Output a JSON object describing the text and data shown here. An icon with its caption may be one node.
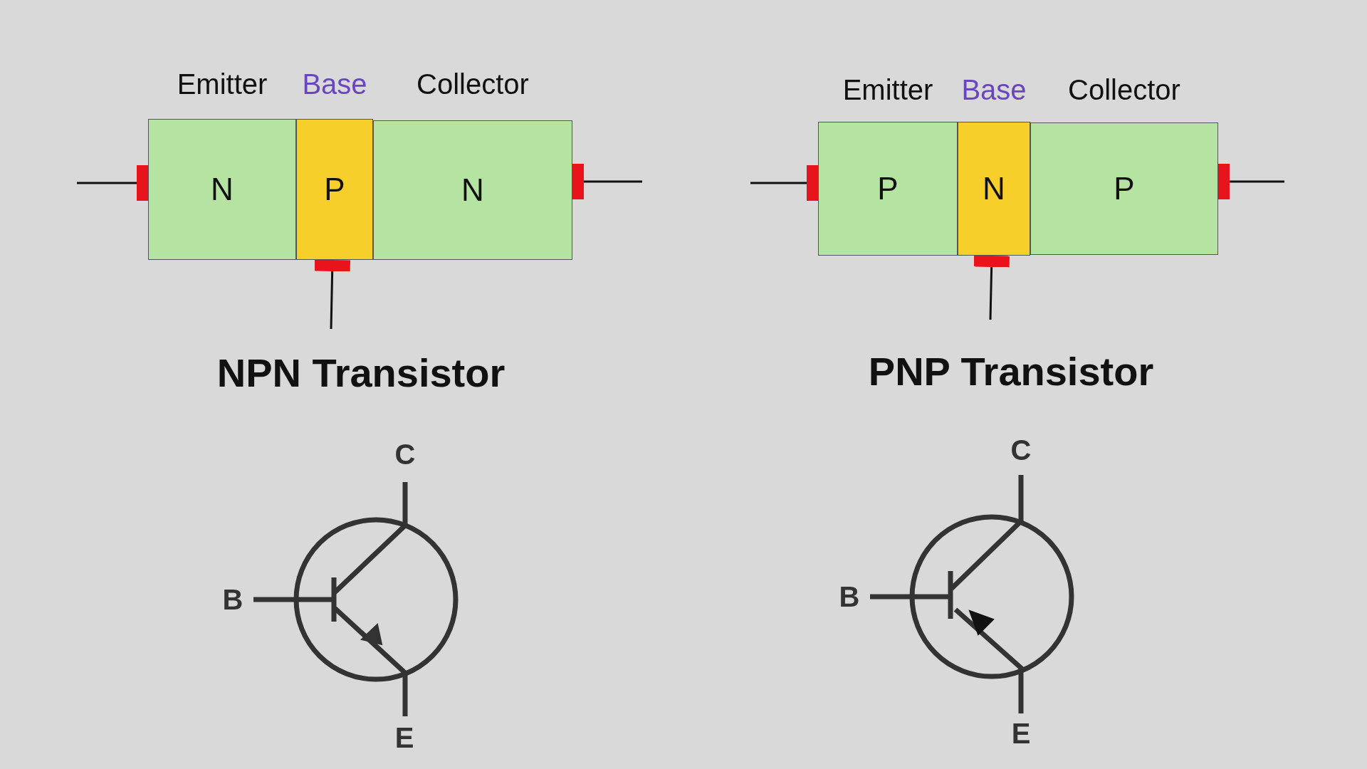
{
  "diagram": {
    "nodes": [
      {
        "text": [
          "Emitter",
          "N"
        ]
      },
      {
        "text": [
          "Base",
          "P"
        ]
      },
      {
        "text": [
          "Collector",
          "N"
        ]
      },
      {
        "text": [
          "Emitter",
          "P"
        ]
      },
      {
        "text": [
          "Base",
          "N"
        ]
      },
      {
        "text": [
          "Collector",
          "P"
        ]
      }
    ],
    "edges": [
      {
        "from": null,
        "to": 0,
        "arrow": "other"
      },
      {
        "from": null,
        "to": 2,
        "arrow": "other"
      },
      {
        "from": null,
        "to": 1,
        "arrow": "other"
      },
      {
        "from": null,
        "to": 3,
        "arrow": "other"
      },
      {
        "from": null,
        "to": 5,
        "arrow": "other"
      },
      {
        "from": null,
        "to": 4,
        "arrow": "other"
      }
    ],
    "labels": [
      "NPN Transistor",
      "C",
      "B",
      "E",
      "PNP Transistor",
      "C",
      "B",
      "E"
    ]
  }
}
